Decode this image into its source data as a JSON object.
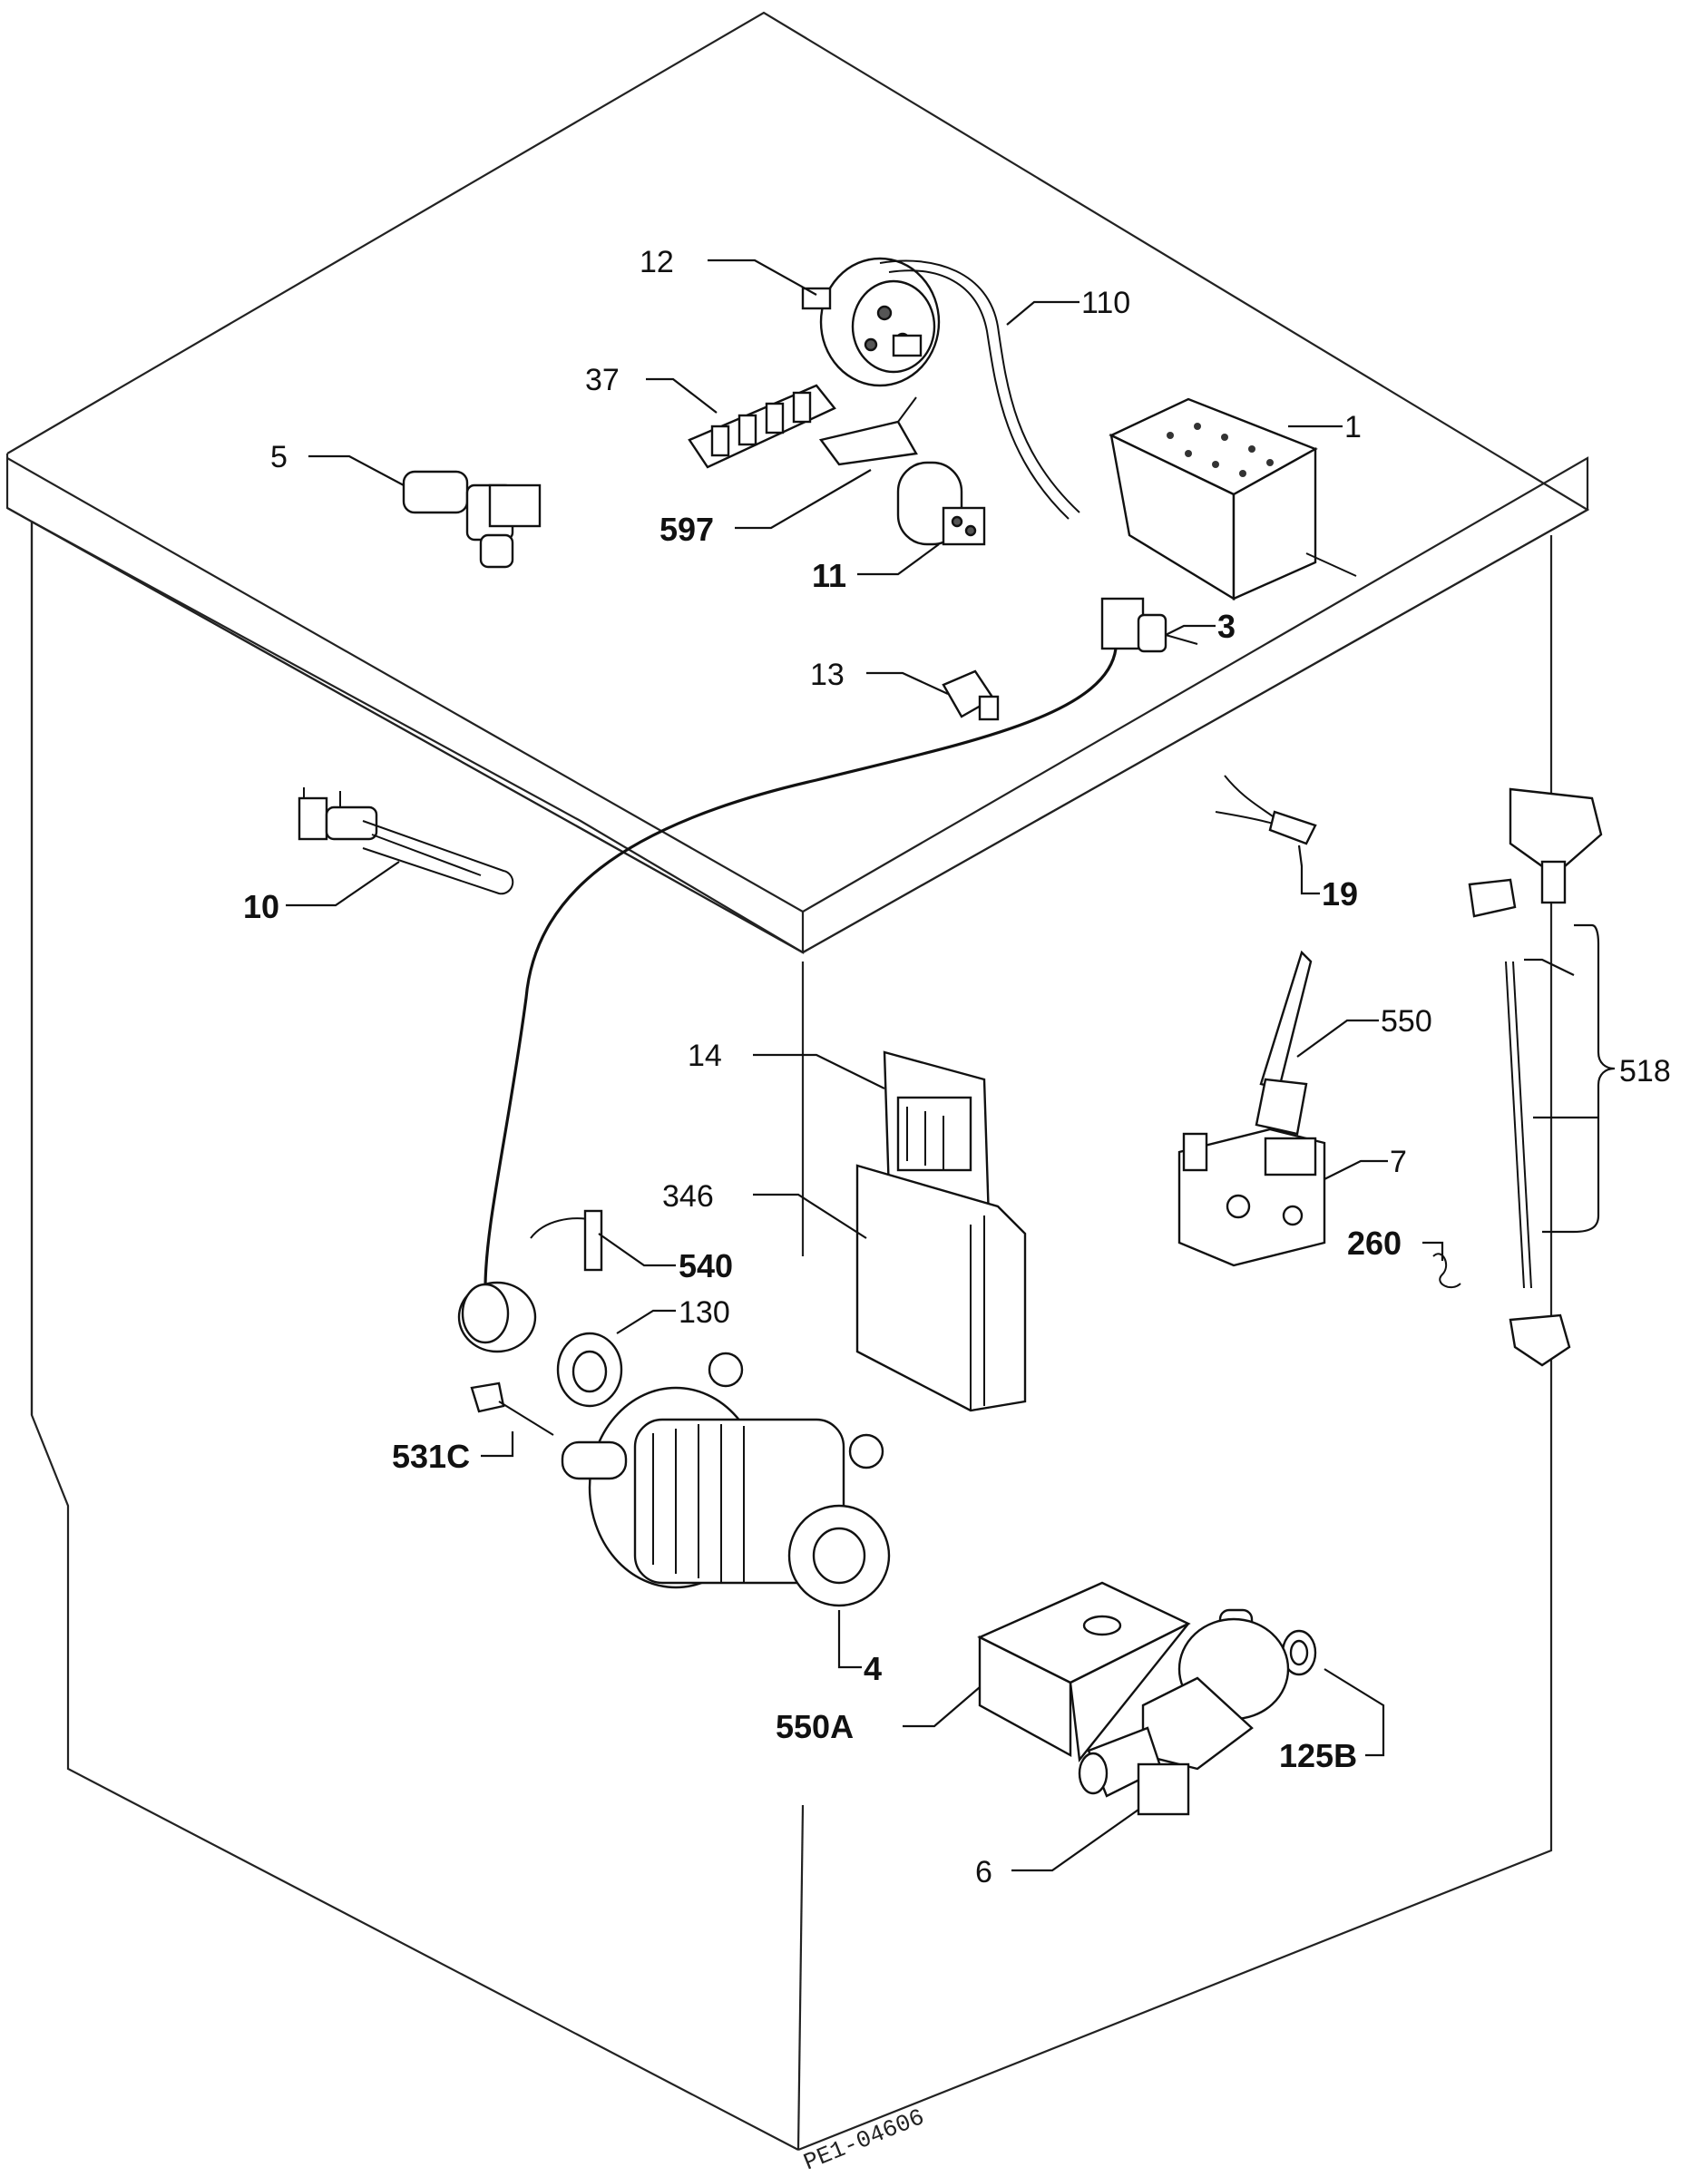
{
  "drawing_code": "PE1-04606",
  "labels": [
    {
      "id": "12",
      "text": "12"
    },
    {
      "id": "110",
      "text": "110"
    },
    {
      "id": "37",
      "text": "37"
    },
    {
      "id": "5",
      "text": "5"
    },
    {
      "id": "1",
      "text": "1"
    },
    {
      "id": "597",
      "text": "597"
    },
    {
      "id": "11",
      "text": "11"
    },
    {
      "id": "3",
      "text": "3"
    },
    {
      "id": "13",
      "text": "13"
    },
    {
      "id": "10",
      "text": "10"
    },
    {
      "id": "19",
      "text": "19"
    },
    {
      "id": "550",
      "text": "550"
    },
    {
      "id": "518",
      "text": "518"
    },
    {
      "id": "14",
      "text": "14"
    },
    {
      "id": "7",
      "text": "7"
    },
    {
      "id": "346",
      "text": "346"
    },
    {
      "id": "260",
      "text": "260"
    },
    {
      "id": "540",
      "text": "540"
    },
    {
      "id": "130",
      "text": "130"
    },
    {
      "id": "531C",
      "text": "531C"
    },
    {
      "id": "4",
      "text": "4"
    },
    {
      "id": "550A",
      "text": "550A"
    },
    {
      "id": "125B",
      "text": "125B"
    },
    {
      "id": "6",
      "text": "6"
    }
  ]
}
